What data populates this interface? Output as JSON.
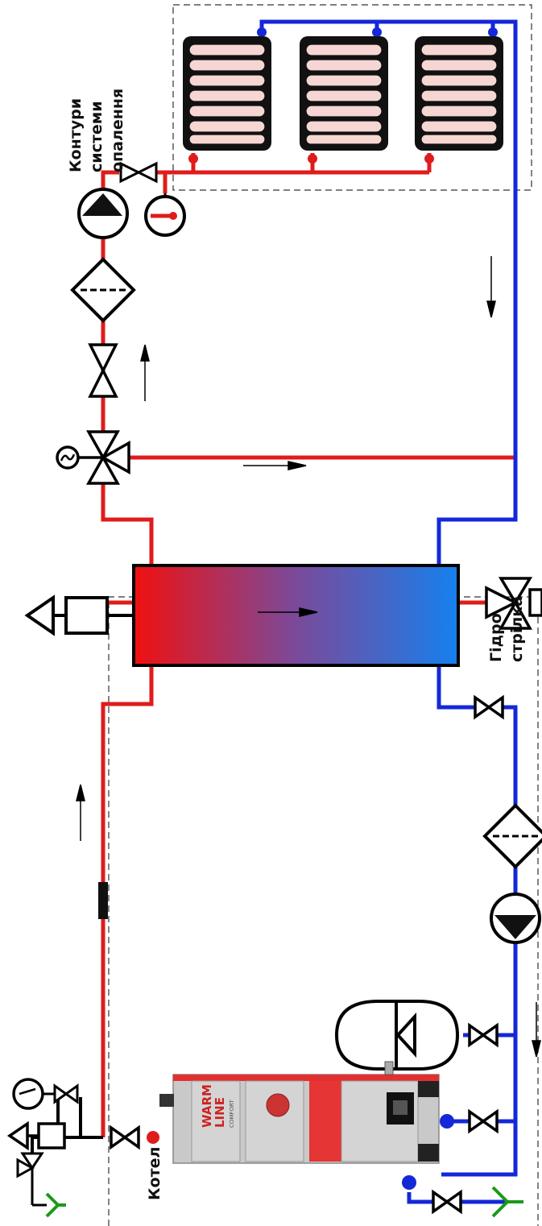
{
  "labels": {
    "heating_circuits": [
      "Контури",
      "системи",
      "опалення"
    ],
    "hydro_separator": [
      "Гідро",
      "стрілка"
    ],
    "boiler": "Котел",
    "boiler_brand": [
      "WARM",
      "LINE",
      "COMFORT"
    ]
  },
  "colors": {
    "supply": "#e01b1b",
    "return": "#1428d8",
    "outline": "#000000",
    "drain": "#1a9a1a",
    "boiler_body": "#c8c8c8",
    "boiler_accent": "#e23030",
    "radiator_fin": "#f6d6d2"
  },
  "icons": {
    "pressure_gauge": "pressure-gauge-icon",
    "air_vent": "air-vent-icon",
    "safety_valve": "safety-valve-icon",
    "drain": "drain-funnel-icon",
    "ball_valve": "ball-valve-icon",
    "pump": "circulation-pump-icon",
    "filter": "strainer-filter-icon",
    "three_way_valve": "three-way-mixing-valve-icon",
    "thermometer": "thermometer-icon",
    "expansion_tank": "expansion-tank-icon",
    "flow_arrow": "flow-direction-arrow-icon"
  }
}
